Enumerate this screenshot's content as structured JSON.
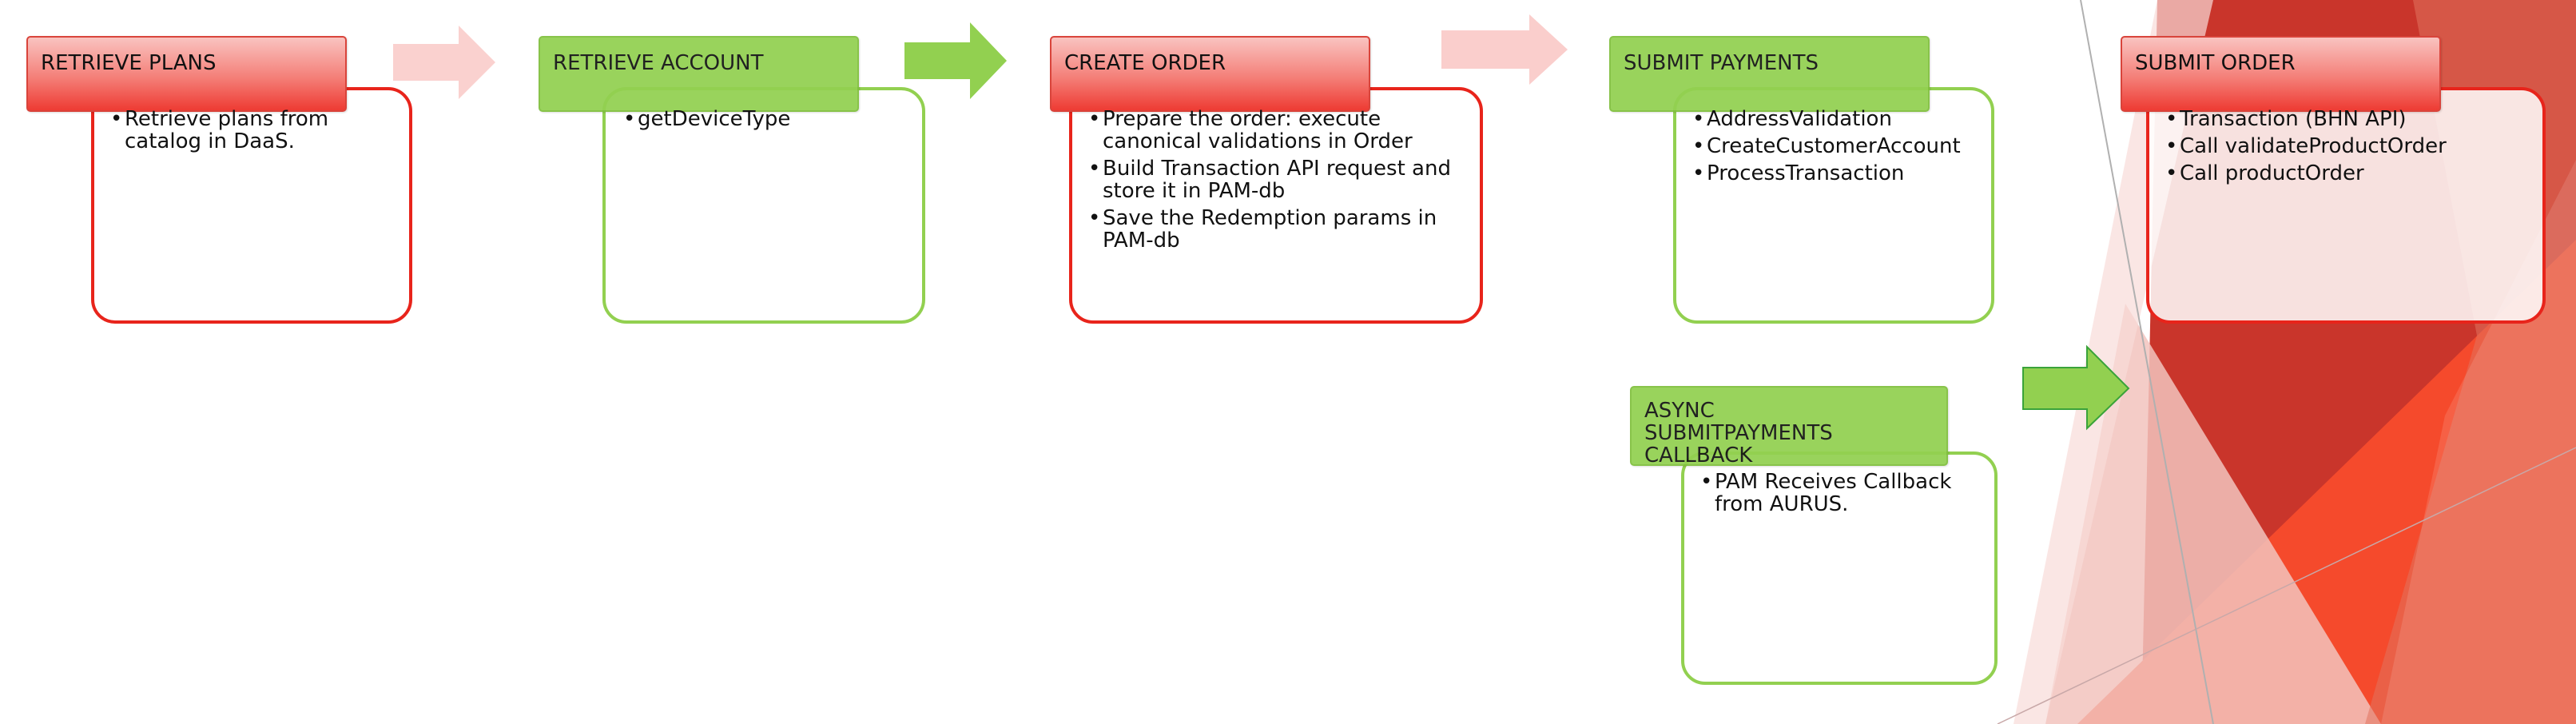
{
  "stages": [
    {
      "title": "RETRIEVE PLANS",
      "items": [
        "Retrieve plans from catalog in DaaS."
      ]
    },
    {
      "title": "RETRIEVE ACCOUNT",
      "items": [
        "getDeviceType"
      ]
    },
    {
      "title": "CREATE ORDER",
      "items": [
        "Prepare the order: execute canonical validations in Order",
        "Build Transaction API request and store it in PAM-db",
        "Save the Redemption params in PAM-db"
      ]
    },
    {
      "title": "SUBMIT PAYMENTS",
      "items": [
        "AddressValidation",
        "CreateCustomerAccount",
        "ProcessTransaction"
      ]
    },
    {
      "title": "SUBMIT ORDER",
      "items": [
        "Transaction (BHN API)",
        "Call validateProductOrder",
        "Call productOrder"
      ]
    },
    {
      "title": "ASYNC SUBMITPAYMENTS CALLBACK",
      "items": [
        "PAM Receives Callback from AURUS."
      ]
    }
  ],
  "colors": {
    "red_border": "#e8241b",
    "red_header": "#ee3b33",
    "green": "#92d050",
    "arrow_pink": "#f9c6c3",
    "arrow_green": "#92d050"
  }
}
